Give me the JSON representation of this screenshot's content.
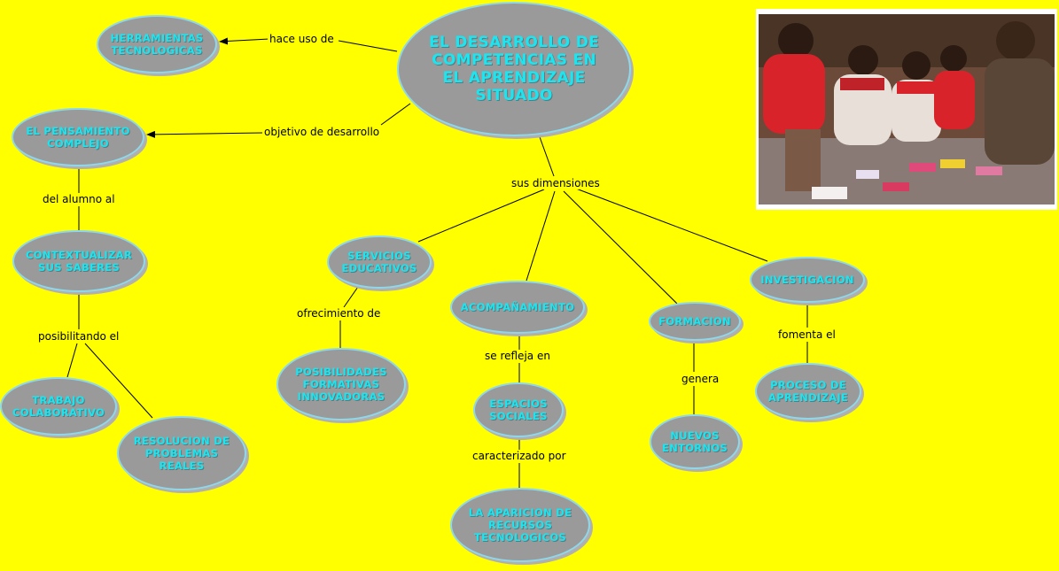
{
  "nodes": {
    "main": "EL DESARROLLO DE COMPETENCIAS EN EL APRENDIZAJE SITUADO",
    "herramientas": "HERRAMIENTAS\nTECNOLOGICAS",
    "pensamiento": "EL PENSAMIENTO\nCOMPLEJO",
    "contextualizar": "CONTEXTUALIZAR\nSUS SABERES",
    "trabajo": "TRABAJO\nCOLABORATIVO",
    "resolucion": "RESOLUCION DE\nPROBLEMAS\nREALES",
    "servicios": "SERVICIOS\nEDUCATIVOS",
    "posibilidades": "POSIBILIDADES\nFORMATIVAS\nINNOVADORAS",
    "acompanamiento": "ACOMPAÑAMIENTO",
    "espacios": "ESPACIOS\nSOCIALES",
    "aparicion": "LA APARICION DE\nRECURSOS\nTECNOLOGICOS",
    "formacion": "FORMACION",
    "nuevos": "NUEVOS\nENTORNOS",
    "investigacion": "INVESTIGACION",
    "proceso": "PROCESO DE\nAPRENDIZAJE"
  },
  "links": {
    "hace_uso": "hace uso de",
    "objetivo": "objetivo de desarrollo",
    "del_alumno": "del alumno al",
    "posibilitando": "posibilitando el",
    "sus_dimensiones": "sus dimensiones",
    "ofrecimiento": "ofrecimiento de",
    "se_refleja": "se refleja en",
    "caracterizado": "caracterizado por",
    "genera": "genera",
    "fomenta": "fomenta el"
  },
  "colors": {
    "background": "#ffff00",
    "node_fill": "#9a9a9a",
    "node_border": "#8ed8ea",
    "node_text": "#19e6f0",
    "line": "#000000"
  },
  "photo": {
    "icon": "photo-children-learning-on-floor"
  }
}
